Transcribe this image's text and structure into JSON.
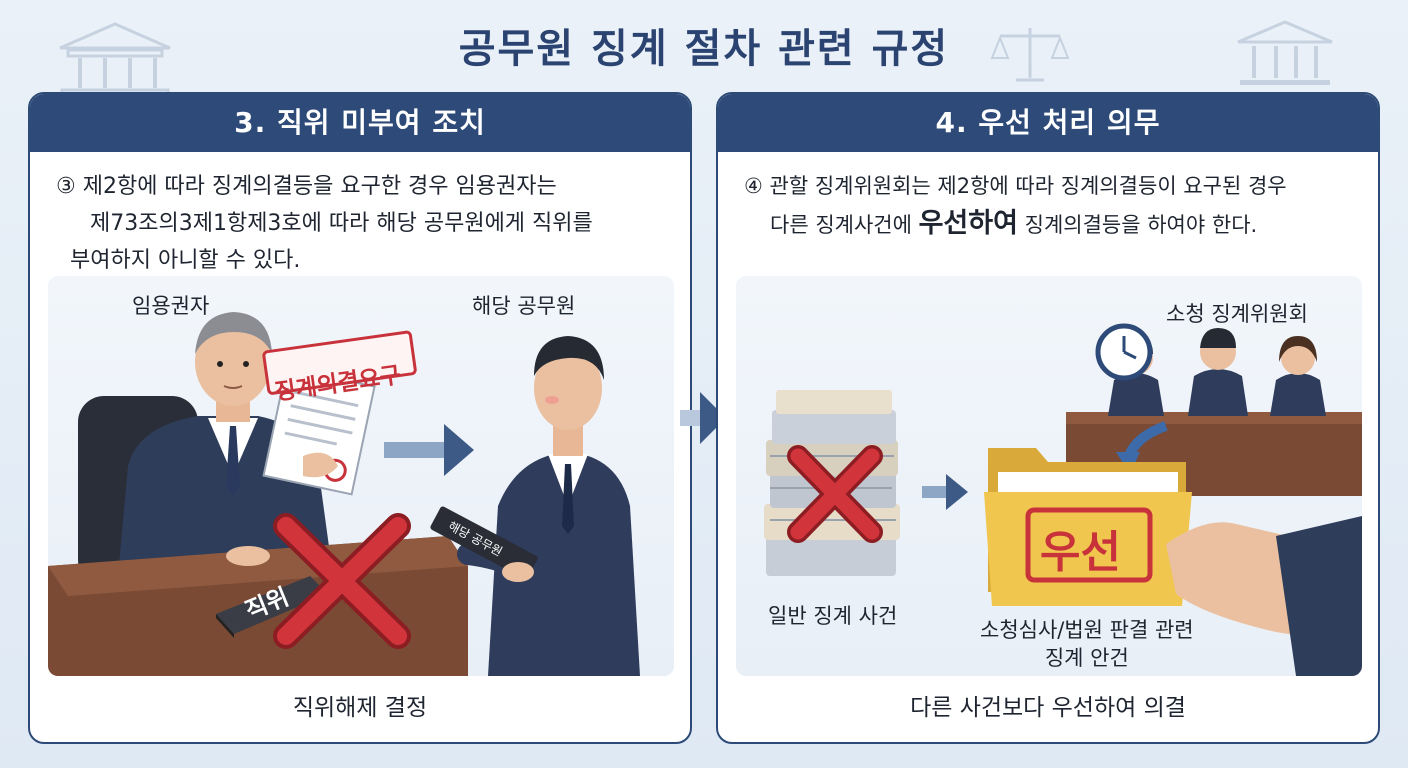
{
  "main_title": "공무원 징계 절차 관련 규정",
  "left_panel": {
    "header": "3. 직위 미부여 조치",
    "text_line1": "③ 제2항에 따라 징계의결등을 요구한 경우 임용권자는",
    "text_line2": "제73조의3제1항제3호에 따라 해당 공무원에게 직위를",
    "text_line3": "부여하지 아니할 수 있다.",
    "label_employer": "임용권자",
    "label_official": "해당 공무원",
    "stamp_text": "징계의결요구",
    "nameplate_text": "직위",
    "handed_plate_text": "해당 공무원",
    "caption": "직위해제 결정"
  },
  "right_panel": {
    "header": "4. 우선 처리 의무",
    "text_line1": "④ 관할 징계위원회는 제2항에 따라 징계의결등이 요구된 경우",
    "text_line2_before": "다른 징계사건에 ",
    "text_line2_highlight": "우선하여",
    "text_line2_after": " 징계의결등을 하여야 한다.",
    "label_committee": "소청 징계위원회",
    "label_general": "일반 징계 사건",
    "label_priority_line1": "소청심사/법원 판결 관련",
    "label_priority_line2": "징계 안건",
    "folder_stamp": "우선",
    "caption": "다른 사건보다 우선하여 의결"
  },
  "colors": {
    "header_bg": "#2d4a78",
    "title": "#2a4370",
    "stamp_red": "#c8323a",
    "folder": "#f0c64e"
  }
}
